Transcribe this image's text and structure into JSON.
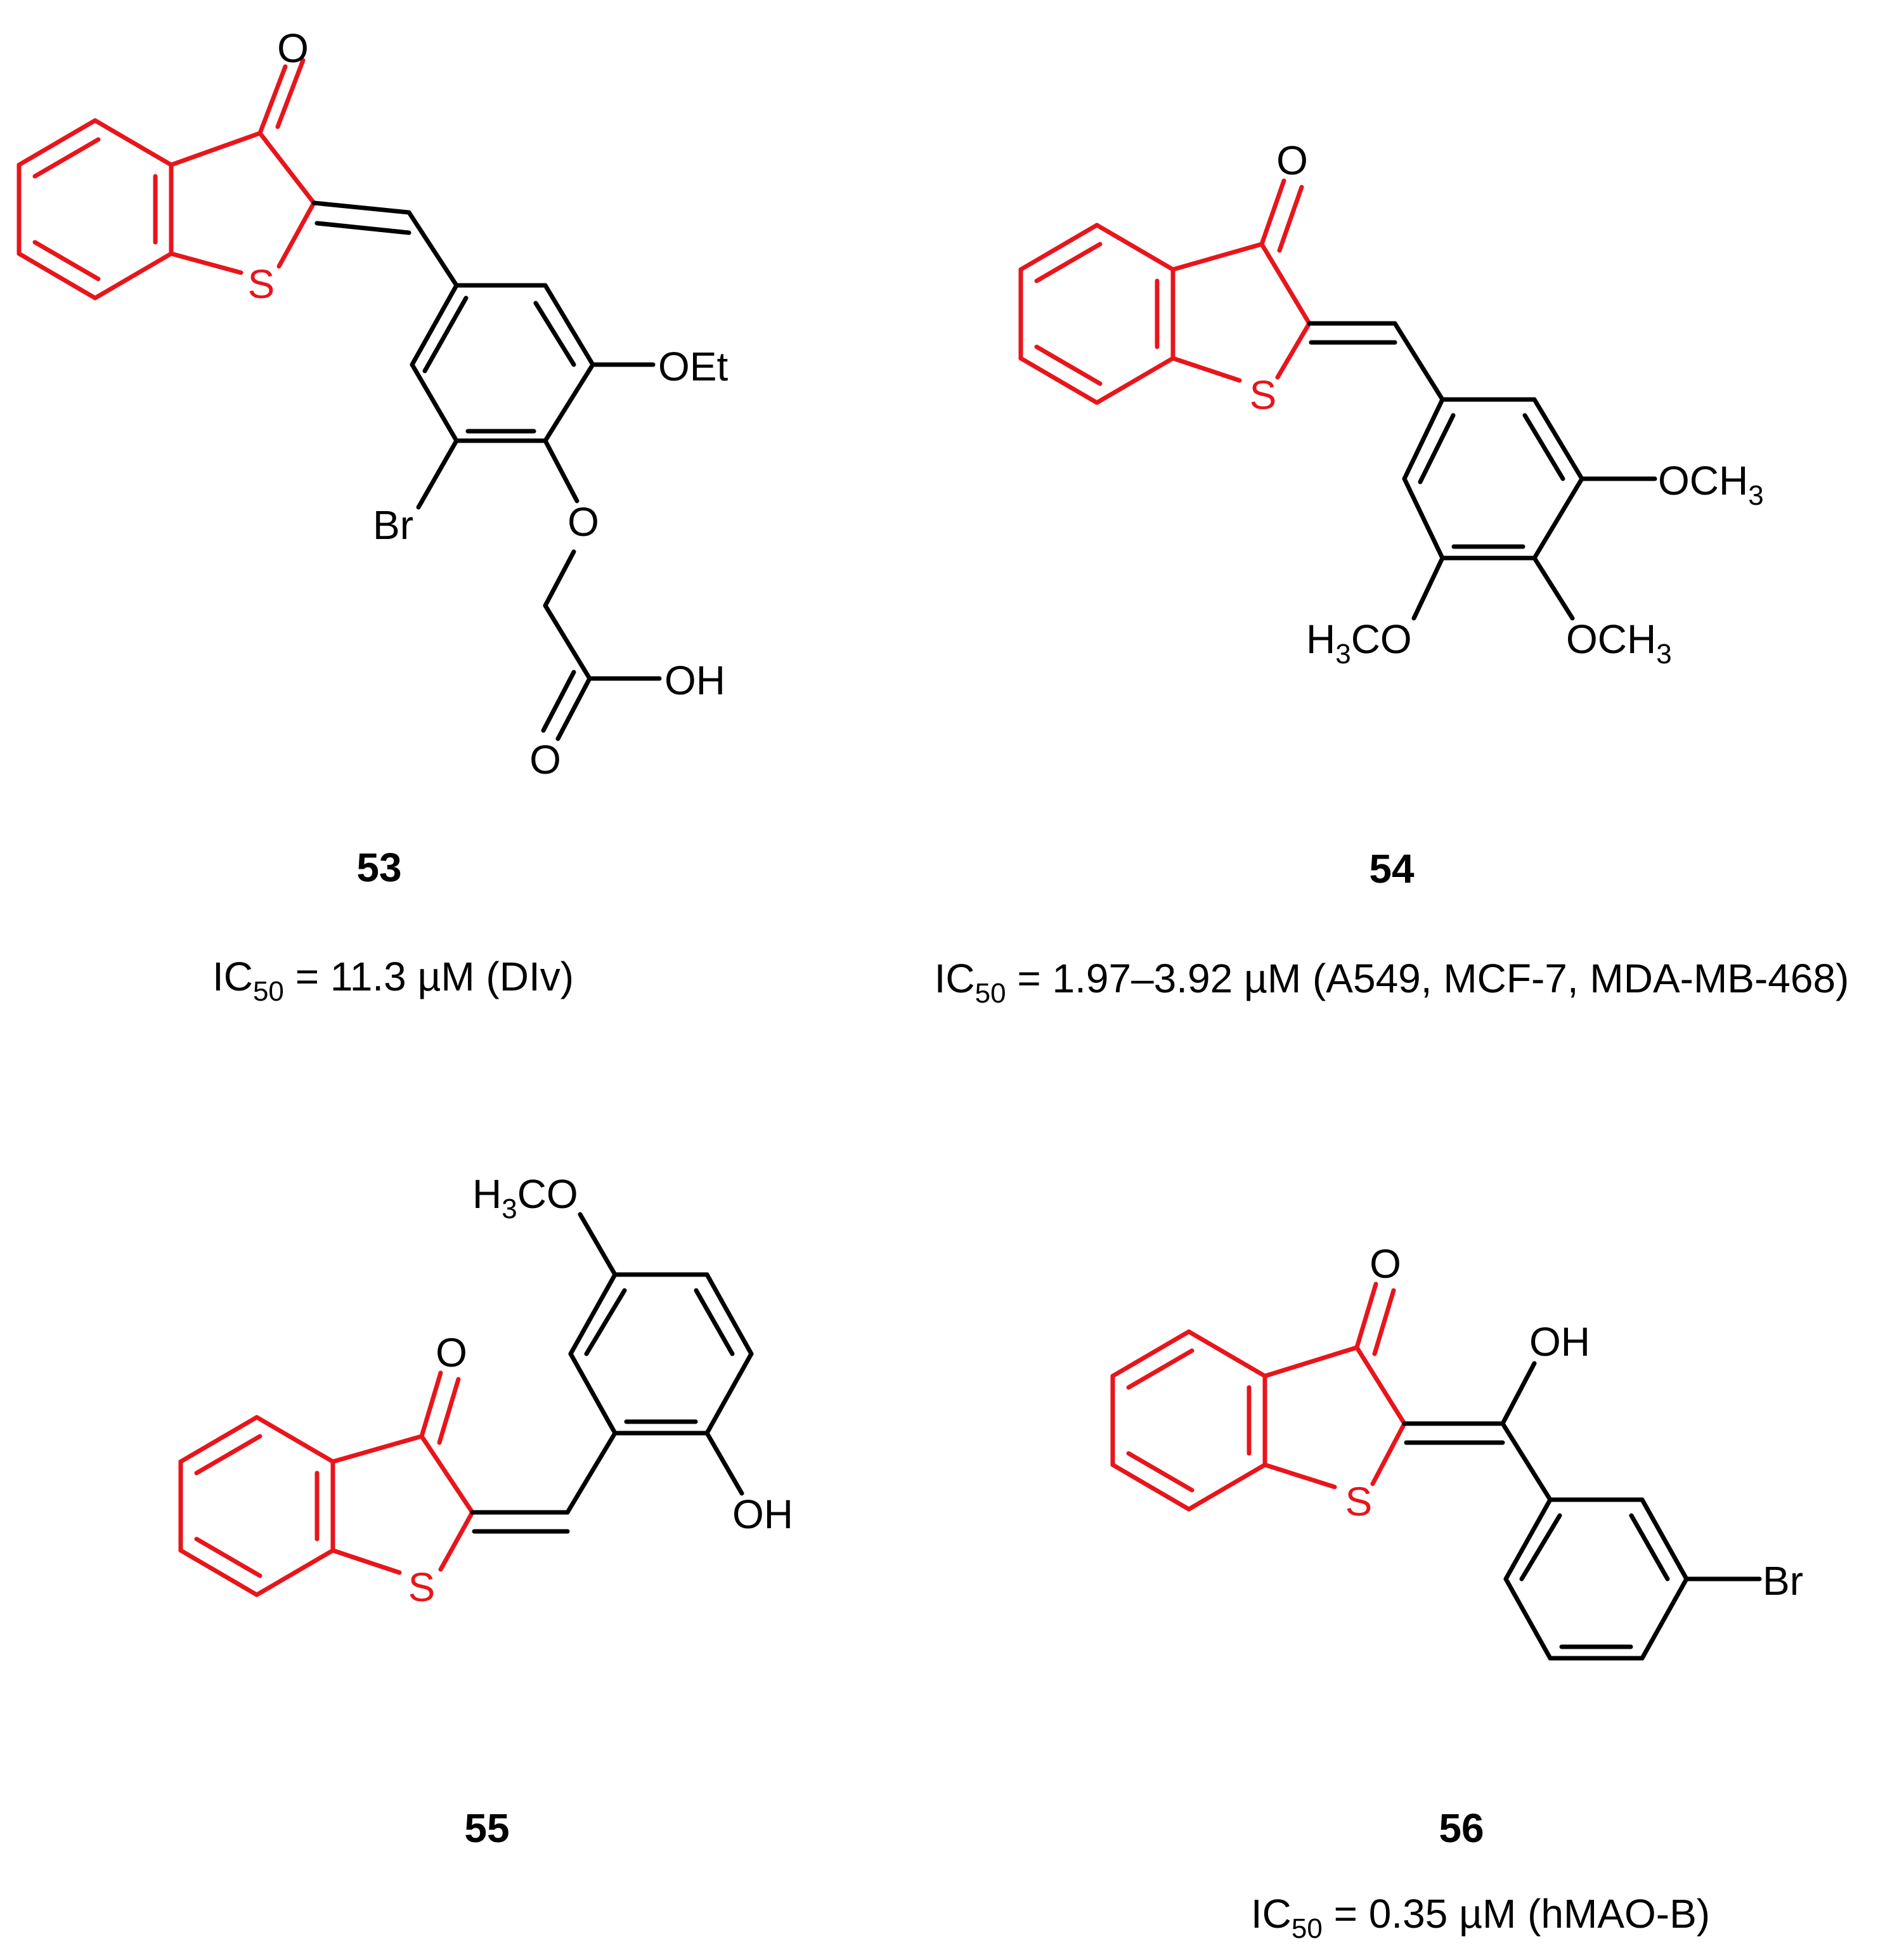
{
  "colors": {
    "scaffold": "#e8151b",
    "ink": "#000000",
    "background": "#ffffff"
  },
  "compounds": {
    "c53": {
      "number": "53",
      "ic50_prefix": "IC",
      "ic50_sub": "50",
      "ic50_text": " = 11.3 µM (DIv)",
      "substituents": {
        "oet": "OEt",
        "br": "Br",
        "o_ether": "O",
        "oh": "OH",
        "o_carbonyl": "O"
      }
    },
    "c54": {
      "number": "54",
      "ic50_prefix": "IC",
      "ic50_sub": "50",
      "ic50_text": " = 1.97–3.92 µM (A549, MCF-7, MDA-MB-468)",
      "substituents": {
        "och3_right": "OCH",
        "och3_right_sub": "3",
        "och3_bottom": "OCH",
        "och3_bottom_sub": "3",
        "h3co_h": "H",
        "h3co_sub": "3",
        "h3co_rest": "CO"
      }
    },
    "c55": {
      "number": "55",
      "substituents": {
        "h3co_h": "H",
        "h3co_sub": "3",
        "h3co_rest": "CO",
        "oh": "OH"
      }
    },
    "c56": {
      "number": "56",
      "ic50_prefix": "IC",
      "ic50_sub": "50",
      "ic50_text": " = 0.35 µM (hMAO-B)",
      "substituents": {
        "oh": "OH",
        "br": "Br"
      }
    }
  },
  "scaffold_atoms": {
    "sulfur": "S",
    "oxygen": "O"
  }
}
